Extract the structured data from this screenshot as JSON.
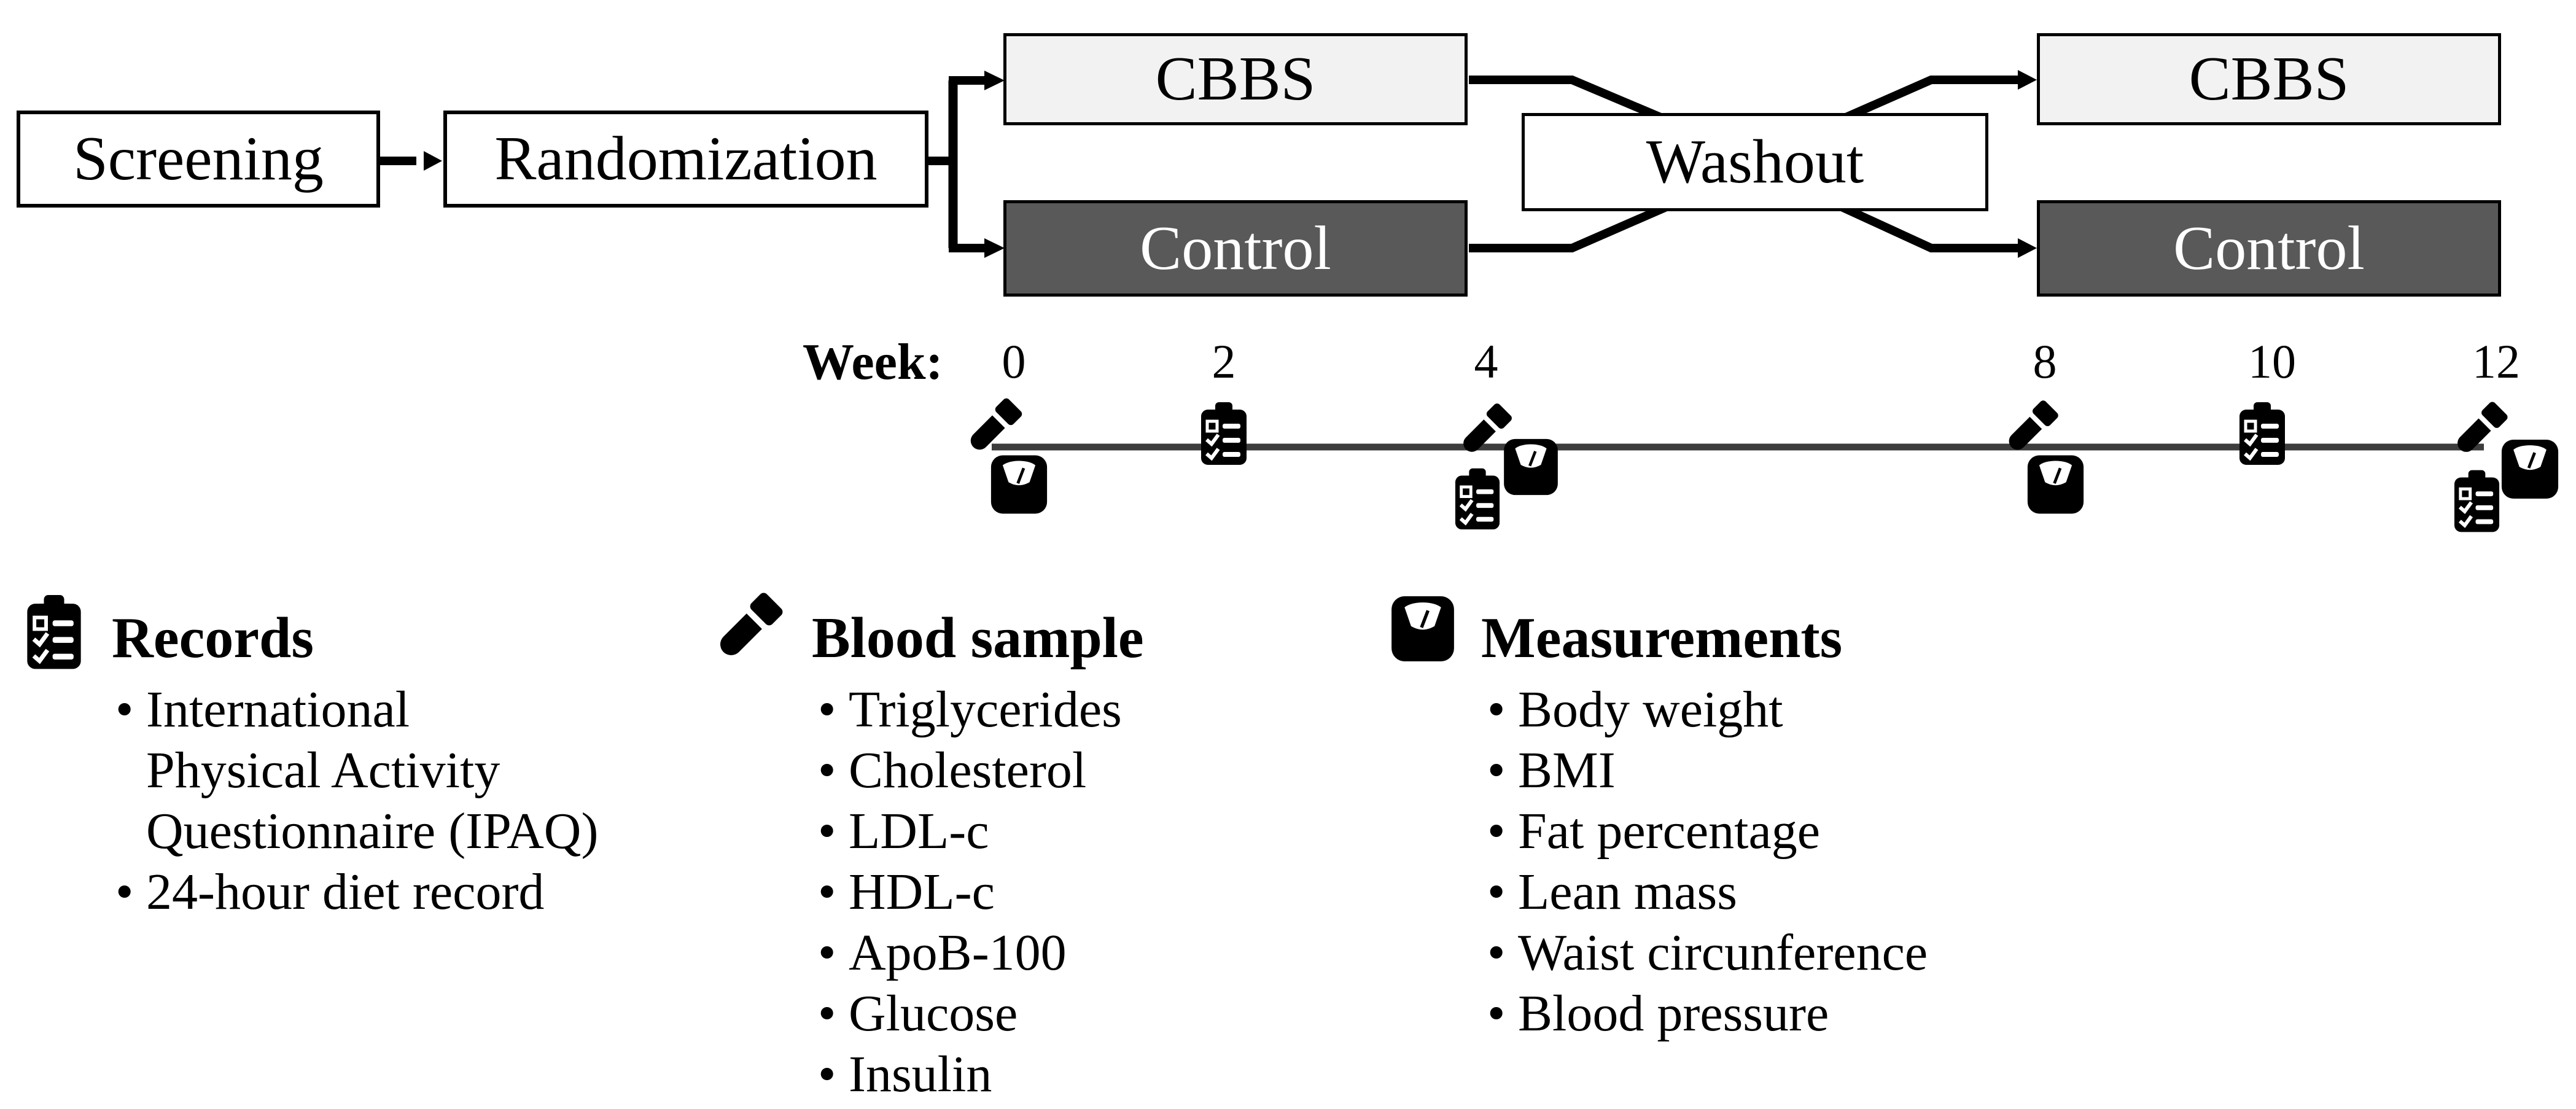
{
  "flow": {
    "screening": "Screening",
    "randomization": "Randomization",
    "arm1_period1": "CBBS",
    "arm2_period1": "Control",
    "washout": "Washout",
    "arm1_period2": "CBBS",
    "arm2_period2": "Control"
  },
  "timeline": {
    "label": "Week:",
    "weeks": [
      "0",
      "2",
      "4",
      "8",
      "10",
      "12"
    ],
    "events": [
      {
        "week": "0",
        "icons": [
          "blood-sample",
          "measurements"
        ]
      },
      {
        "week": "2",
        "icons": [
          "records"
        ]
      },
      {
        "week": "4",
        "icons": [
          "blood-sample",
          "measurements",
          "records"
        ]
      },
      {
        "week": "8",
        "icons": [
          "blood-sample",
          "measurements"
        ]
      },
      {
        "week": "10",
        "icons": [
          "records"
        ]
      },
      {
        "week": "12",
        "icons": [
          "blood-sample",
          "measurements",
          "records"
        ]
      }
    ]
  },
  "legend": {
    "bullet": "•",
    "records": {
      "title": "Records",
      "icon": "clipboard-checklist",
      "items": [
        [
          "International",
          "Physical Activity",
          "Questionnaire (IPAQ)"
        ],
        [
          "24-hour diet record"
        ]
      ]
    },
    "blood_sample": {
      "title": "Blood sample",
      "icon": "blood-test-tube",
      "items": [
        [
          "Triglycerides"
        ],
        [
          "Cholesterol"
        ],
        [
          "LDL-c"
        ],
        [
          "HDL-c"
        ],
        [
          "ApoB-100"
        ],
        [
          "Glucose"
        ],
        [
          "Insulin"
        ]
      ]
    },
    "measurements": {
      "title": "Measurements",
      "icon": "bathroom-scale",
      "items": [
        [
          "Body weight"
        ],
        [
          "BMI"
        ],
        [
          "Fat percentage"
        ],
        [
          "Lean mass"
        ],
        [
          "Waist circunference"
        ],
        [
          "Blood pressure"
        ]
      ]
    }
  },
  "colors": {
    "background": "#ffffff",
    "box_border": "#000000",
    "cbbs_fill": "#f2f2f2",
    "cbbs_text": "#000000",
    "control_fill": "#595959",
    "control_text": "#ffffff",
    "white_box_fill": "#ffffff",
    "timeline_line": "#3d3d3d",
    "icon": "#000000"
  }
}
